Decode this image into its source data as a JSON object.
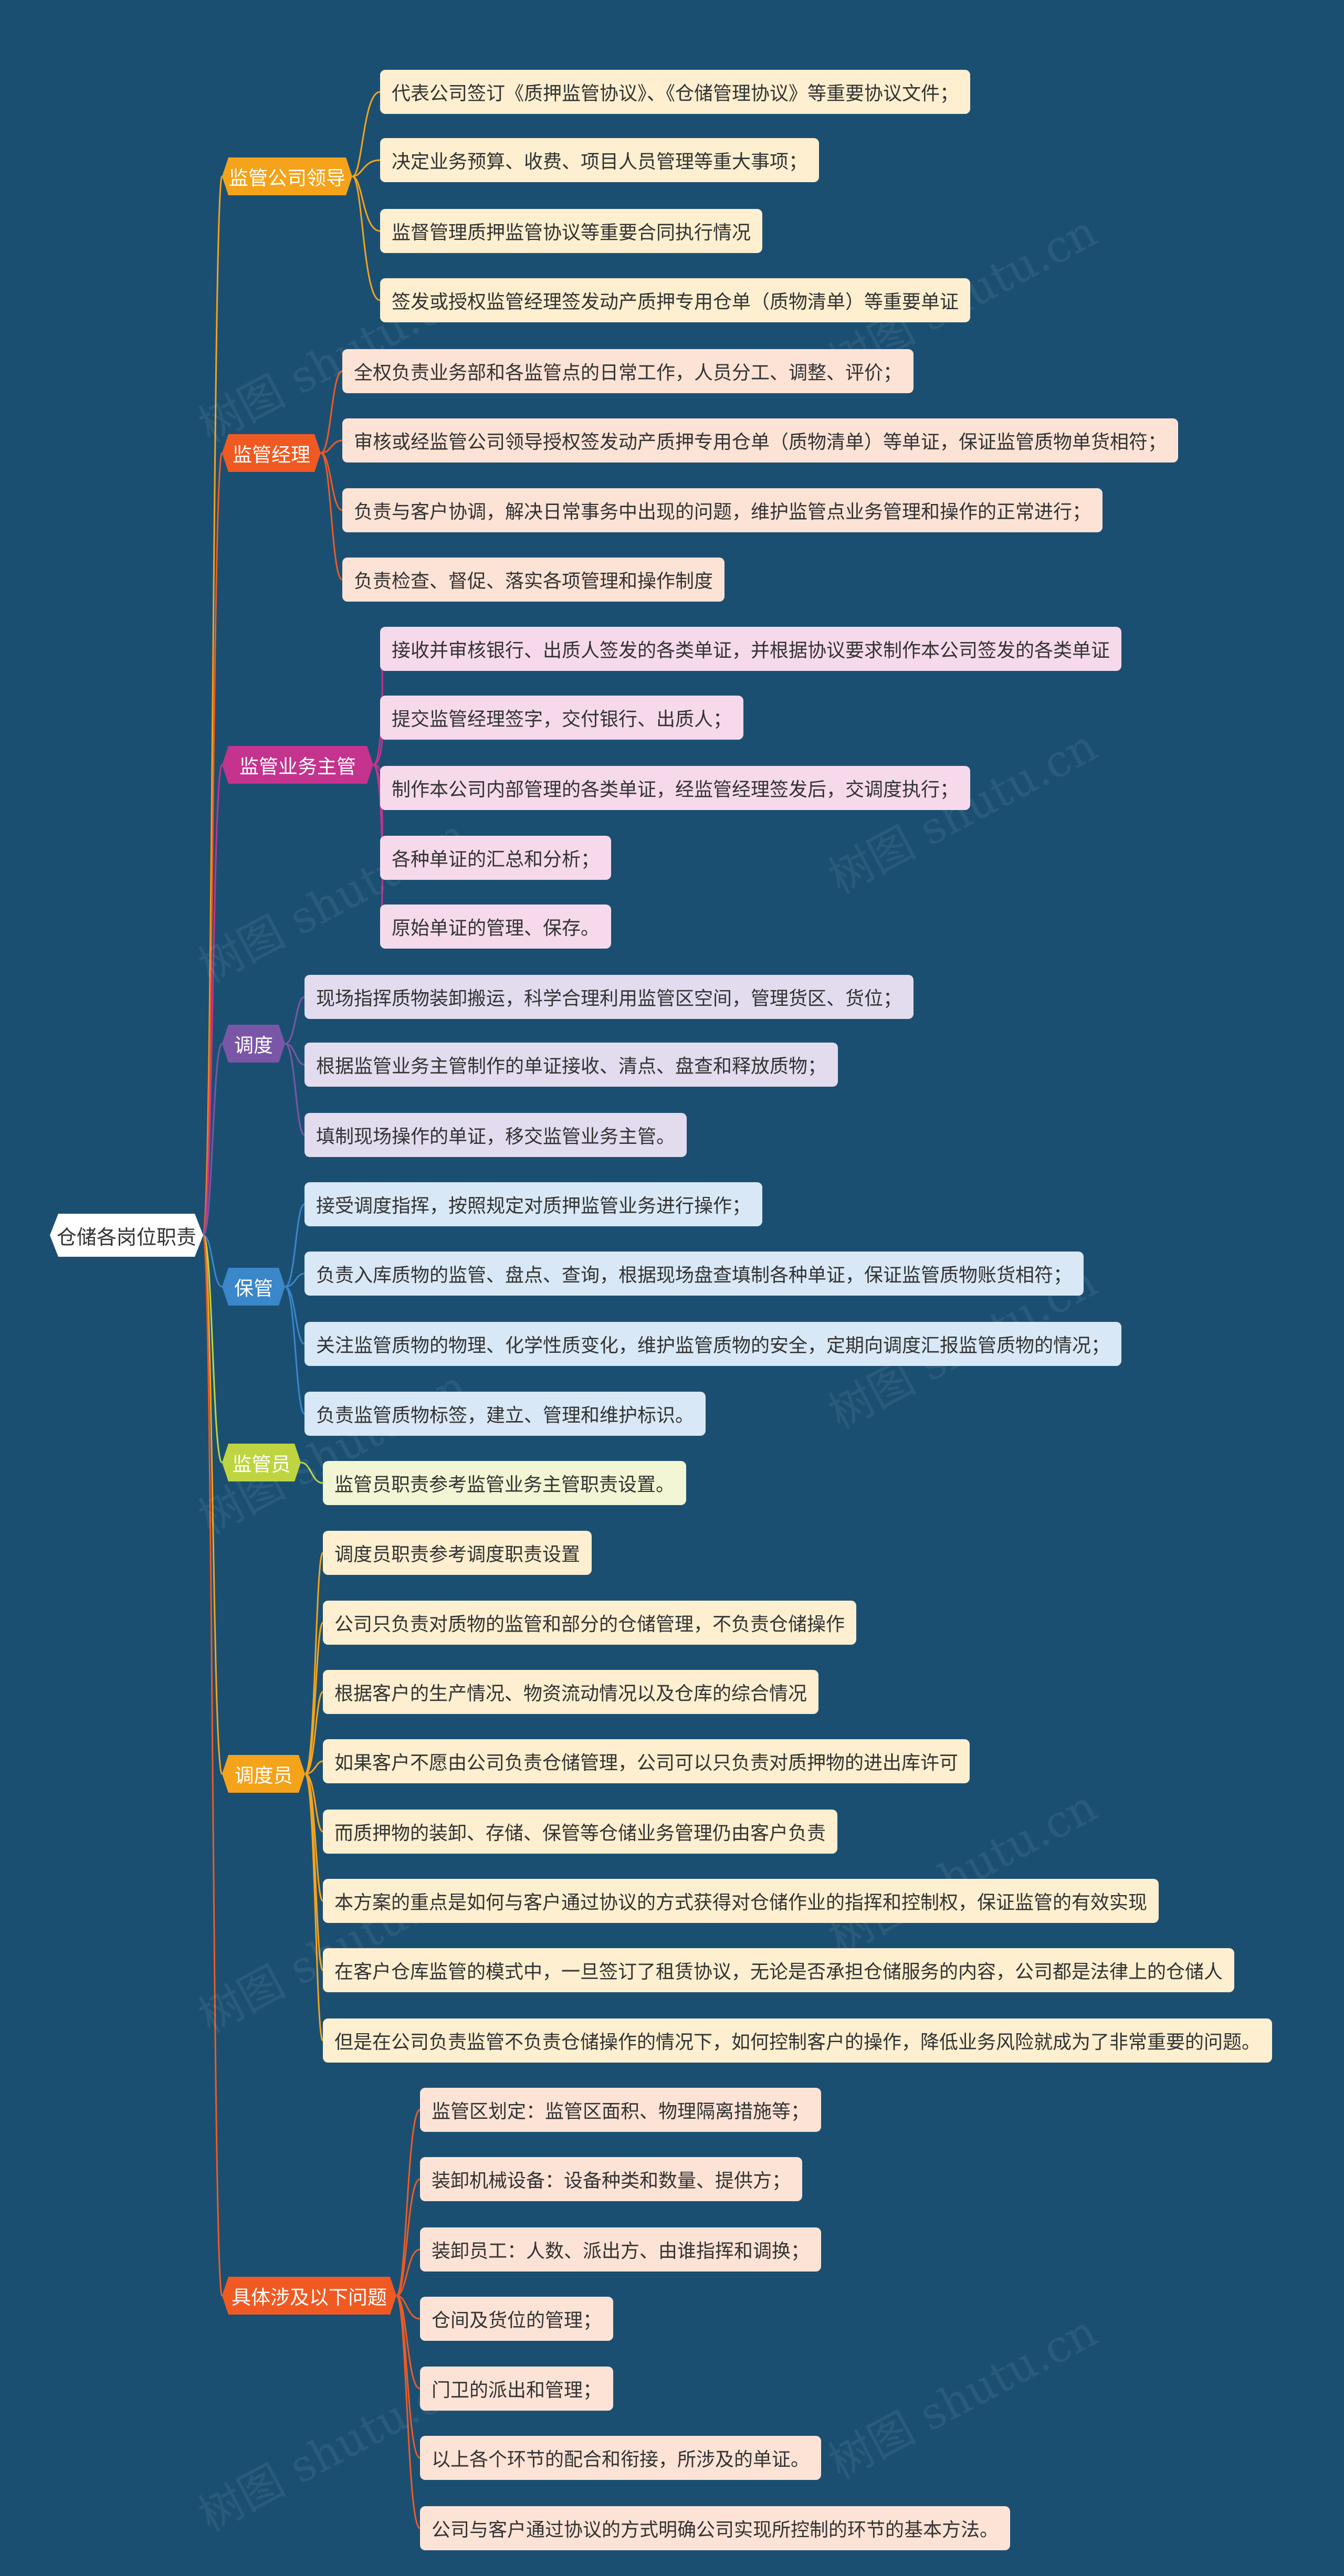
{
  "root": "仓储各岗位职责",
  "watermark": "树图 shutu.cn",
  "branches": [
    {
      "label": "监管公司领导",
      "color": "#f5a31a",
      "leaf_bg": "#fdefcf",
      "items": [
        "代表公司签订《质押监管协议》、《仓储管理协议》等重要协议文件；",
        "决定业务预算、收费、项目人员管理等重大事项；",
        "监督管理质押监管协议等重要合同执行情况",
        "签发或授权监管经理签发动产质押专用仓单（质物清单）等重要单证"
      ]
    },
    {
      "label": "监管经理",
      "color": "#f05a22",
      "leaf_bg": "#fde3d6",
      "items": [
        "全权负责业务部和各监管点的日常工作，人员分工、调整、评价；",
        "审核或经监管公司领导授权签发动产质押专用仓单（质物清单）等单证，保证监管质物单货相符；",
        "负责与客户协调，解决日常事务中出现的问题，维护监管点业务管理和操作的正常进行；",
        "负责检查、督促、落实各项管理和操作制度"
      ]
    },
    {
      "label": "监管业务主管",
      "color": "#c4338e",
      "leaf_bg": "#f6daec",
      "items": [
        "接收并审核银行、出质人签发的各类单证，并根据协议要求制作本公司签发的各类单证",
        "提交监管经理签字，交付银行、出质人；",
        "制作本公司内部管理的各类单证，经监管经理签发后，交调度执行；",
        "各种单证的汇总和分析；",
        "原始单证的管理、保存。"
      ]
    },
    {
      "label": "调度",
      "color": "#7a57a6",
      "leaf_bg": "#e3dcef",
      "items": [
        "现场指挥质物装卸搬运，科学合理利用监管区空间，管理货区、货位；",
        "根据监管业务主管制作的单证接收、清点、盘查和释放质物；",
        "填制现场操作的单证，移交监管业务主管。"
      ]
    },
    {
      "label": "保管",
      "color": "#3a87c9",
      "leaf_bg": "#d9e8f6",
      "items": [
        "接受调度指挥，按照规定对质押监管业务进行操作；",
        "负责入库质物的监管、盘点、查询，根据现场盘查填制各种单证，保证监管质物账货相符；",
        "关注监管质物的物理、化学性质变化，维护监管质物的安全，定期向调度汇报监管质物的情况；",
        "负责监管质物标签，建立、管理和维护标识。"
      ]
    },
    {
      "label": "监管员",
      "color": "#bed541",
      "leaf_bg": "#f2f6d4",
      "items": [
        "监管员职责参考监管业务主管职责设置。"
      ]
    },
    {
      "label": "调度员",
      "color": "#f5a31a",
      "leaf_bg": "#fdefcf",
      "items": [
        "调度员职责参考调度职责设置",
        "公司只负责对质物的监管和部分的仓储管理，不负责仓储操作",
        "根据客户的生产情况、物资流动情况以及仓库的综合情况",
        "如果客户不愿由公司负责仓储管理，公司可以只负责对质押物的进出库许可",
        "而质押物的装卸、存储、保管等仓储业务管理仍由客户负责",
        "本方案的重点是如何与客户通过协议的方式获得对仓储作业的指挥和控制权，保证监管的有效实现",
        "在客户仓库监管的模式中，一旦签订了租赁协议，无论是否承担仓储服务的内容，公司都是法律上的仓储人",
        "但是在公司负责监管不负责仓储操作的情况下，如何控制客户的操作，降低业务风险就成为了非常重要的问题。"
      ]
    },
    {
      "label": "具体涉及以下问题",
      "color": "#f05a22",
      "leaf_bg": "#fde3d6",
      "items": [
        "监管区划定：监管区面积、物理隔离措施等；",
        "装卸机械设备：设备种类和数量、提供方；",
        "装卸员工：人数、派出方、由谁指挥和调换；",
        "仓间及货位的管理；",
        "门卫的派出和管理；",
        "以上各个环节的配合和衔接，所涉及的单证。",
        "公司与客户通过协议的方式明确公司实现所控制的环节的基本方法。"
      ]
    }
  ]
}
